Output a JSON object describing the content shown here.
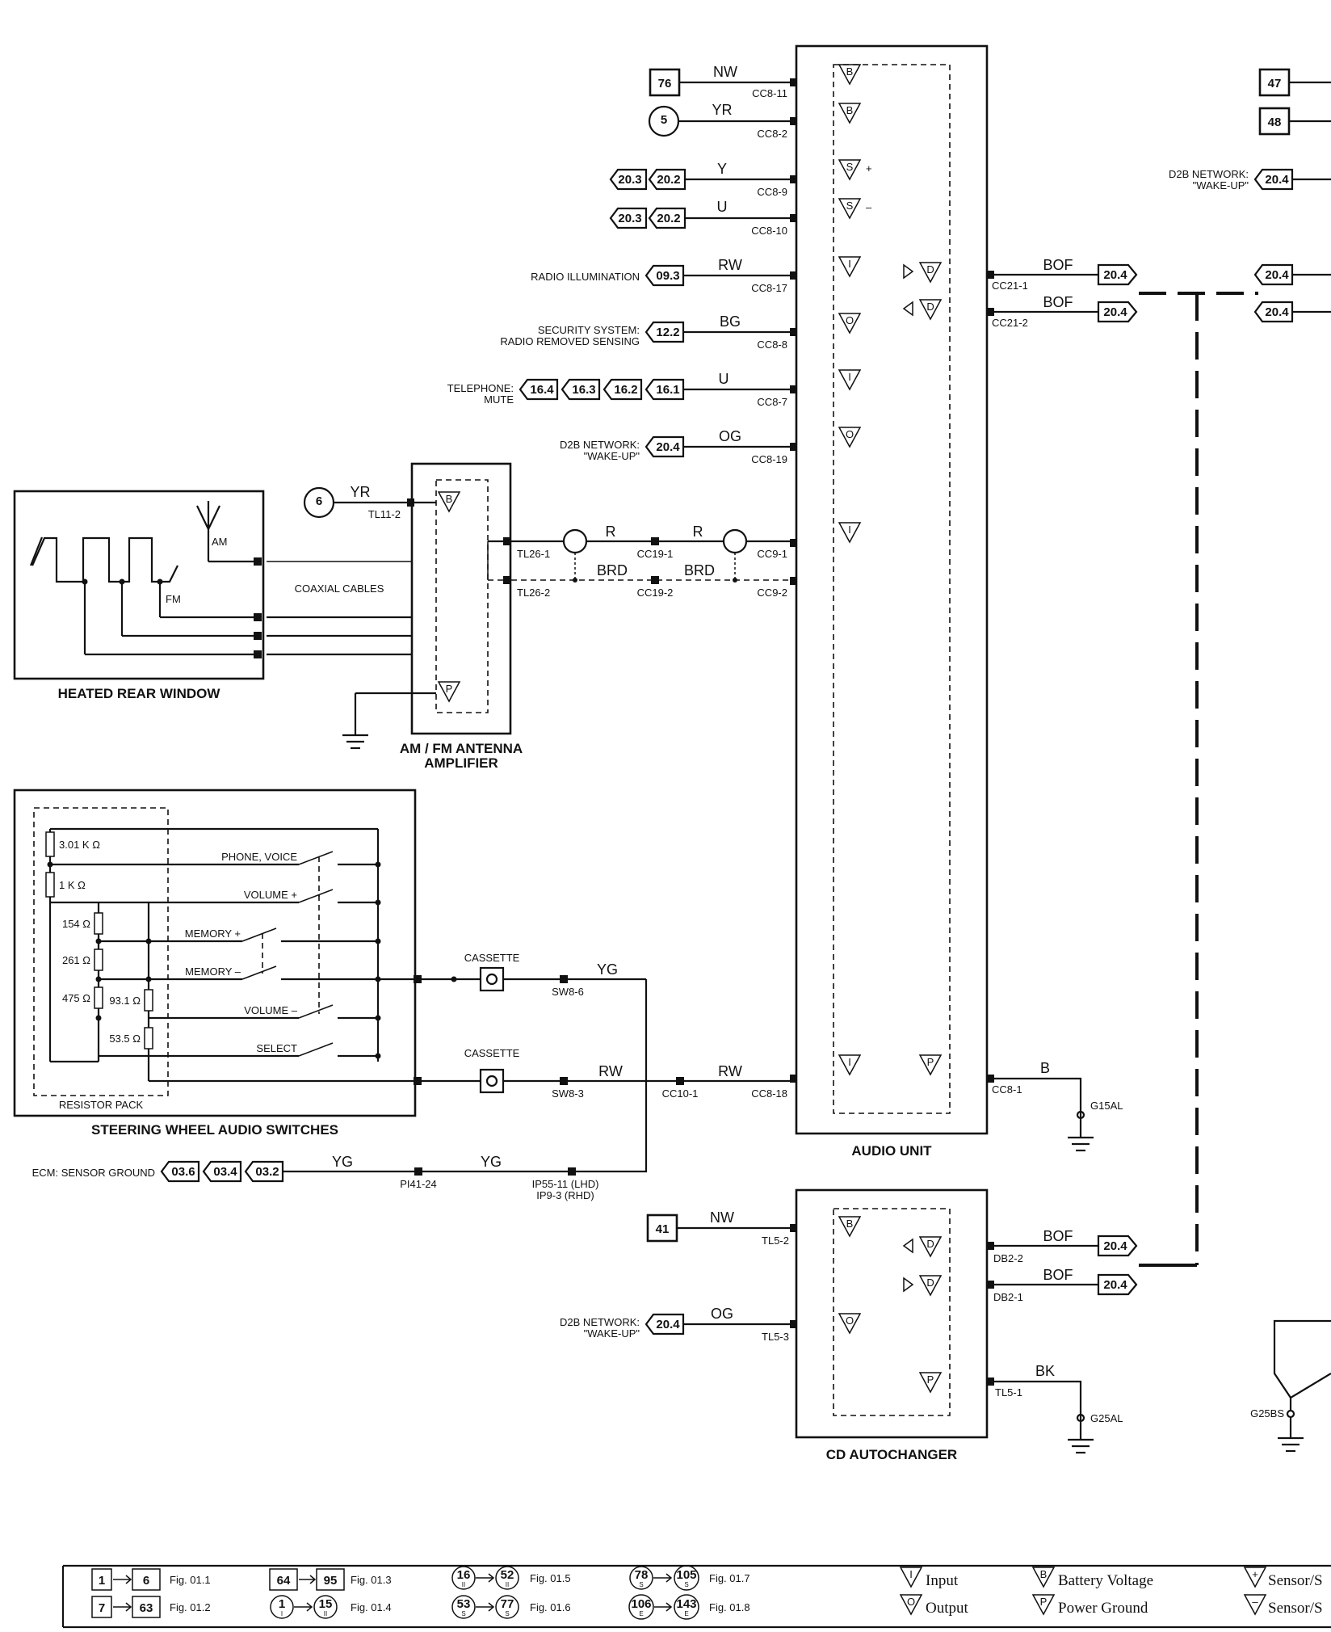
{
  "components": {
    "audio_unit": "AUDIO UNIT",
    "cd_autochanger": "CD AUTOCHANGER",
    "heated_rear_window": "HEATED REAR WINDOW",
    "antenna_amp_1": "AM / FM ANTENNA",
    "antenna_amp_2": "AMPLIFIER",
    "steering_switches": "STEERING WHEEL AUDIO SWITCHES",
    "resistor_pack": "RESISTOR PACK"
  },
  "labels": {
    "radio_illumination": "RADIO ILLUMINATION",
    "security_1": "SECURITY SYSTEM:",
    "security_2": "RADIO REMOVED SENSING",
    "telephone_1": "TELEPHONE:",
    "telephone_2": "MUTE",
    "d2b_1": "D2B NETWORK:",
    "d2b_2": "\"WAKE-UP\"",
    "coaxial": "COAXIAL CABLES",
    "am": "AM",
    "fm": "FM",
    "ecm": "ECM: SENSOR GROUND",
    "cassette": "CASSETTE",
    "ip55": "IP55-11 (LHD)",
    "ip9": "IP9-3 (RHD)"
  },
  "switches": [
    "PHONE, VOICE",
    "VOLUME +",
    "MEMORY +",
    "MEMORY –",
    "VOLUME –",
    "SELECT"
  ],
  "resistors": [
    "3.01 K Ω",
    "1 K Ω",
    "154 Ω",
    "261 Ω",
    "475 Ω",
    "93.1 Ω",
    "53.5 Ω"
  ],
  "wires": {
    "NW": "NW",
    "YR": "YR",
    "Y": "Y",
    "U": "U",
    "RW": "RW",
    "BG": "BG",
    "OG": "OG",
    "R": "R",
    "BRD": "BRD",
    "YG": "YG",
    "B": "B",
    "BOF": "BOF",
    "BK": "BK"
  },
  "connectors": {
    "cc8_11": "CC8-11",
    "cc8_2": "CC8-2",
    "cc8_9": "CC8-9",
    "cc8_10": "CC8-10",
    "cc8_17": "CC8-17",
    "cc8_8": "CC8-8",
    "cc8_7": "CC8-7",
    "cc8_19": "CC8-19",
    "cc9_1": "CC9-1",
    "cc9_2": "CC9-2",
    "cc8_18": "CC8-18",
    "cc8_1": "CC8-1",
    "cc21_1": "CC21-1",
    "cc21_2": "CC21-2",
    "tl11_2": "TL11-2",
    "tl26_1": "TL26-1",
    "tl26_2": "TL26-2",
    "cc19_1": "CC19-1",
    "cc19_2": "CC19-2",
    "sw8_6": "SW8-6",
    "sw8_3": "SW8-3",
    "cc10_1": "CC10-1",
    "pi41_24": "PI41-24",
    "tl5_2": "TL5-2",
    "tl5_3": "TL5-3",
    "tl5_1": "TL5-1",
    "db2_2": "DB2-2",
    "db2_1": "DB2-1",
    "g15al": "G15AL",
    "g25al": "G25AL",
    "g25bs": "G25BS"
  },
  "refs": {
    "r76": "76",
    "r5": "5",
    "r6": "6",
    "r41": "41",
    "r47": "47",
    "r48": "48",
    "r203": "20.3",
    "r202": "20.2",
    "r204": "20.4",
    "r093": "09.3",
    "r122": "12.2",
    "r164": "16.4",
    "r163": "16.3",
    "r162": "16.2",
    "r161": "16.1",
    "r036": "03.6",
    "r034": "03.4",
    "r032": "03.2"
  },
  "pins": {
    "B": "B",
    "S": "S",
    "I": "I",
    "O": "O",
    "D": "D",
    "P": "P",
    "plus": "+",
    "minus": "–"
  },
  "legend": {
    "f011": "Fig. 01.1",
    "f012": "Fig. 01.2",
    "f013": "Fig. 01.3",
    "f014": "Fig. 01.4",
    "f015": "Fig. 01.5",
    "f016": "Fig. 01.6",
    "f017": "Fig. 01.7",
    "f018": "Fig. 01.8",
    "l1": "1",
    "l6": "6",
    "l7": "7",
    "l63": "63",
    "l64": "64",
    "l95": "95",
    "c1": "1",
    "c15": "15",
    "c16": "16",
    "c52": "52",
    "c53": "53",
    "c77": "77",
    "c78": "78",
    "c105": "105",
    "c106": "106",
    "c143": "143",
    "input": "Input",
    "output": "Output",
    "battery": "Battery Voltage",
    "power_ground": "Power Ground",
    "sensor_a": "Sensor/S",
    "sensor_b": "Sensor/S",
    "sub_i": "I",
    "sub_ii": "II",
    "sub_s": "S",
    "sub_e": "E"
  }
}
